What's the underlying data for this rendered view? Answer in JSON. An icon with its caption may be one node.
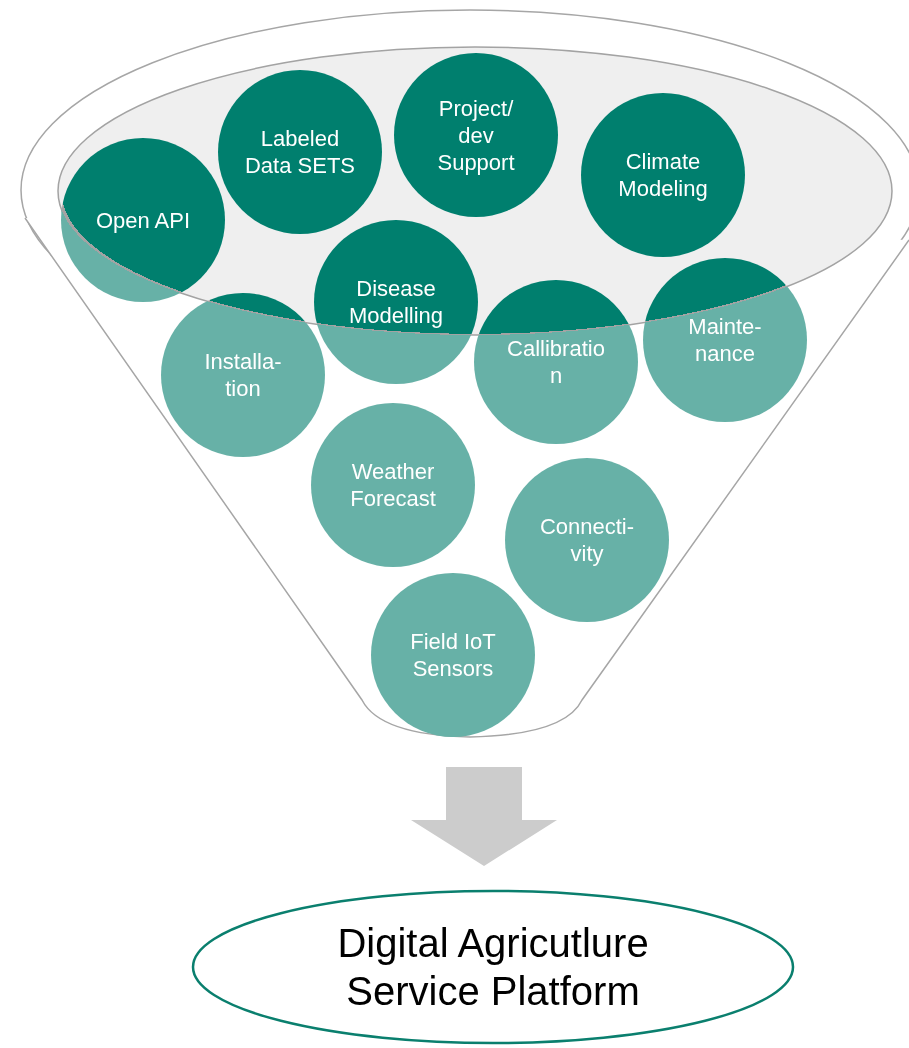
{
  "diagram": {
    "nodes": [
      {
        "text": [],
        "shape": "funnel"
      },
      {
        "text": [
          "Project/ dev Support"
        ]
      },
      {
        "text": [
          "Labeled Data SETS"
        ]
      },
      {
        "text": [
          "Climate Modeling"
        ]
      },
      {
        "text": [
          "Open API"
        ]
      },
      {
        "text": [
          "Disease Modelling"
        ],
        "in": 0
      },
      {
        "text": [
          "Mainte- nance"
        ],
        "in": 0
      },
      {
        "text": [
          "Callibratio n"
        ],
        "in": 0
      },
      {
        "text": [
          "Installa- tion"
        ],
        "in": 0
      },
      {
        "text": [
          "Weather Forecast"
        ],
        "in": 0
      },
      {
        "text": [
          "Connecti- vity"
        ],
        "in": 0
      },
      {
        "text": [
          "Field IoT Sensors"
        ],
        "in": 0
      },
      {
        "text": [
          "Digital Agricutlure Service Platform"
        ]
      }
    ],
    "edges": [
      {
        "from": 0,
        "to": 12,
        "arrow": "to",
        "style": "thick"
      }
    ]
  }
}
